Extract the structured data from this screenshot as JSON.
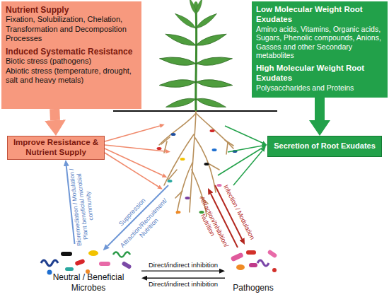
{
  "diagram": {
    "nodes": [
      {
        "text": [
          "Nutrient Supply",
          "Fixation, Solubilization, Chelation, Transformation and Decomposition Processes",
          "Induced Systematic Resistance",
          "Biotic stress (pathogens)",
          "Abiotic stress (temperature, drought, salt and heavy metals)"
        ]
      },
      {
        "text": [
          "Low Molecular Weight Root Exudates",
          "Amino acids, Vitamins, Organic acids, Sugars, Phenolic compounds, Anions, Gasses and other Secondary metabolites",
          "High Molecular Weight Root Exudates",
          "Polysaccharides and Proteins"
        ]
      },
      {
        "text": [
          "Improve Resistance & Nutrient Supply"
        ]
      },
      {
        "text": [
          "Secretion of Root Exudates"
        ]
      },
      {
        "text": [
          "Neutral / Beneficial Microbes"
        ]
      },
      {
        "text": [
          "Pathogens"
        ]
      }
    ],
    "edges": [
      {
        "from": 0,
        "to": 2,
        "arrow": "to"
      },
      {
        "from": 1,
        "to": 3,
        "arrow": "to"
      },
      {
        "from": 4,
        "to": 2,
        "label": "Bioremediation / Modulation / Plant beneficial microbial community",
        "arrow": "to"
      },
      {
        "from": 4,
        "to": 5,
        "label": "Direct/indirect inhibition",
        "arrow": "to"
      },
      {
        "from": 5,
        "to": 4,
        "label": "Direct/indirect inhibition",
        "arrow": "to"
      }
    ],
    "labels": [
      "Suppression",
      "Attraction/Recruitment/ Nutrition",
      "Infection / Modulation",
      "Attraction/Inhibition/ Nutrition"
    ]
  }
}
